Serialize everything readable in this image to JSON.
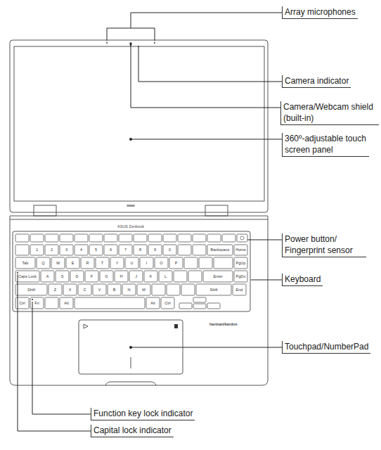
{
  "diagram": {
    "labels": [
      "Array microphones",
      "Camera indicator",
      "Camera/Webcam shield (built-in)",
      "360º-adjustable touch screen panel",
      "Power button/ Fingerprint sensor",
      "Keyboard",
      "Touchpad/NumberPad",
      "Function key lock indicator",
      "Capital lock indicator",
      "ASUS Zenbook",
      "harman/kardon",
      "1",
      "2",
      "3",
      "4",
      "5",
      "6",
      "7",
      "8",
      "9",
      "0",
      "Backspace",
      "Home",
      "Tab",
      "Q",
      "W",
      "E",
      "R",
      "T",
      "Y",
      "U",
      "I",
      "O",
      "P",
      "PgUp",
      "Caps Lock",
      "A",
      "S",
      "D",
      "F",
      "G",
      "H",
      "J",
      "K",
      "L",
      "Enter",
      "PgDn",
      "Shift",
      "Z",
      "X",
      "C",
      "V",
      "B",
      "N",
      "M",
      "Shift",
      "End",
      "Ctrl",
      "Fn",
      "Alt",
      "Alt",
      "Ctrl"
    ]
  }
}
